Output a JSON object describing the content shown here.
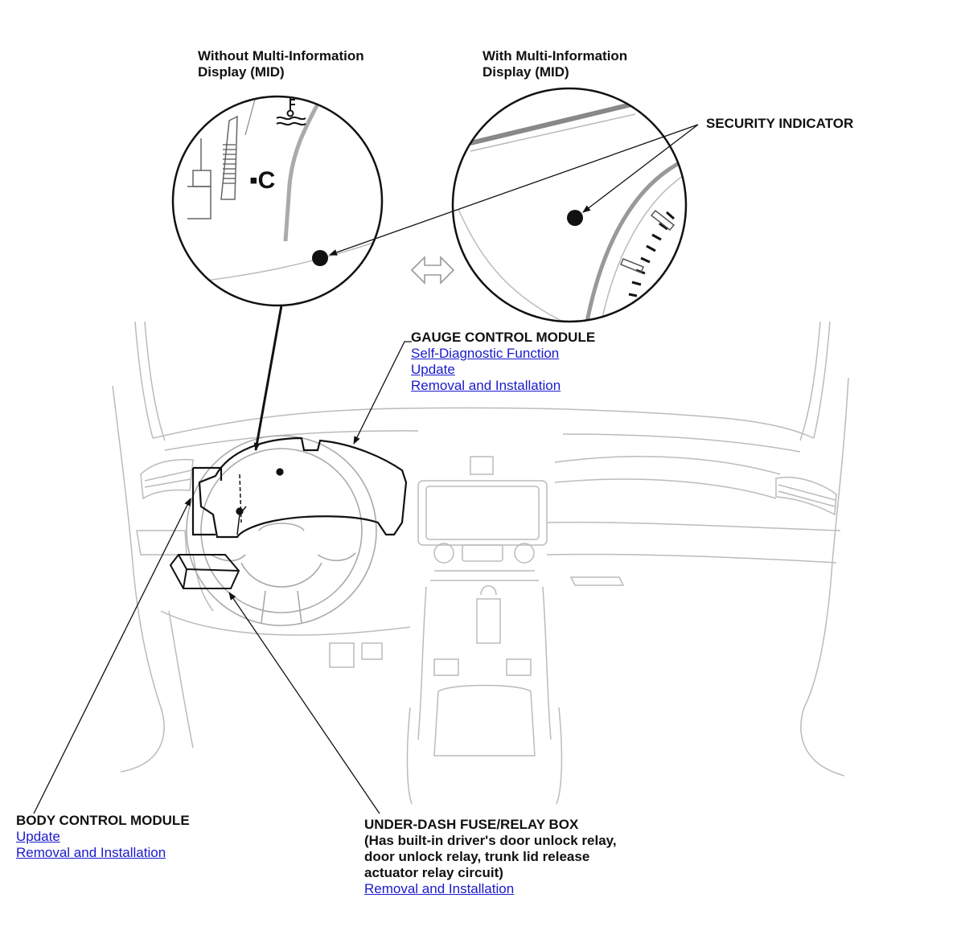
{
  "callouts": {
    "without_mid": {
      "line1": "Without Multi-Information",
      "line2": "Display (MID)"
    },
    "with_mid": {
      "line1": "With Multi-Information",
      "line2": "Display (MID)"
    },
    "security_indicator": "SECURITY INDICATOR",
    "temp_unit": "▪C"
  },
  "gauge_control_module": {
    "title": "GAUGE CONTROL MODULE",
    "links": [
      "Self-Diagnostic Function",
      "Update",
      "Removal and Installation"
    ]
  },
  "body_control_module": {
    "title": "BODY CONTROL MODULE",
    "links": [
      "Update",
      "Removal and Installation"
    ]
  },
  "under_dash_box": {
    "title": "UNDER-DASH FUSE/RELAY BOX",
    "desc_lines": [
      "(Has built-in driver's door unlock relay,",
      "door unlock relay, trunk lid release",
      "actuator relay circuit)"
    ],
    "links": [
      "Removal and Installation"
    ]
  },
  "colors": {
    "link": "#1a1acc",
    "line": "#111111",
    "faint": "#bbbbbb",
    "gauge": "#999999"
  }
}
